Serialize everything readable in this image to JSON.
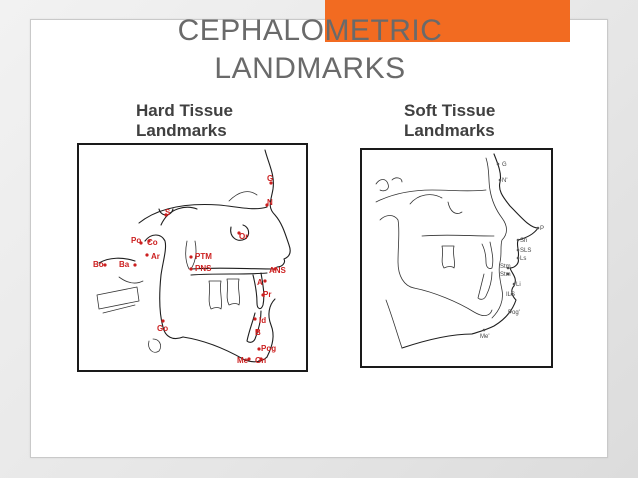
{
  "slide": {
    "title_lines": [
      "CEPHALOMETRIC",
      "LANDMARKS"
    ],
    "left_heading": [
      "Hard Tissue",
      "Landmarks"
    ],
    "right_heading": [
      "Soft Tissue",
      "Landmarks"
    ]
  },
  "colors": {
    "accent": "#f26b21",
    "title": "#6a6a6a",
    "hard_label": "#cc1f1f"
  },
  "hard_tissue_landmarks": [
    "G",
    "N",
    "S",
    "Or",
    "Po",
    "Co",
    "Ar",
    "Bo",
    "Ba",
    "PTM",
    "PNS",
    "ANS",
    "A",
    "Pr",
    "Go",
    "Id",
    "B",
    "Pog",
    "Me",
    "Gn"
  ],
  "soft_tissue_landmarks": [
    "G",
    "N'",
    "P",
    "Sn",
    "SLS",
    "Ls",
    "Stm",
    "Stm",
    "Li",
    "ILS",
    "Pog'",
    "Me'"
  ]
}
